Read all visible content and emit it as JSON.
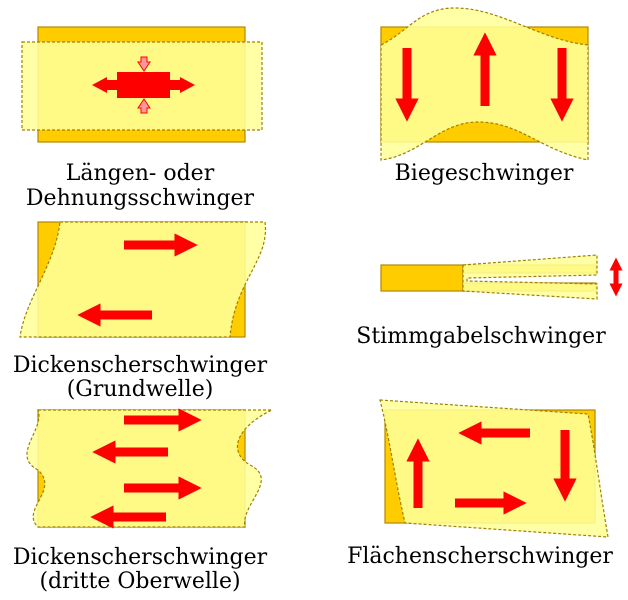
{
  "title": "Schwingungsformen",
  "colors": {
    "base": "#ffcc00",
    "plate": "#ffff99",
    "arrow": "#ff0000"
  },
  "panels": [
    {
      "label_lines": [
        "Längen- oder",
        "Dehnungsschwinger"
      ]
    },
    {
      "label_lines": [
        "Biegeschwinger"
      ]
    },
    {
      "label_lines": [
        "Dickenscherschwinger",
        "(Grundwelle)"
      ]
    },
    {
      "label_lines": [
        "Stimmgabelschwinger"
      ]
    },
    {
      "label_lines": [
        "Dickenscherschwinger",
        "(dritte Oberwelle)"
      ]
    },
    {
      "label_lines": [
        "Flächenscherschwinger"
      ]
    }
  ]
}
